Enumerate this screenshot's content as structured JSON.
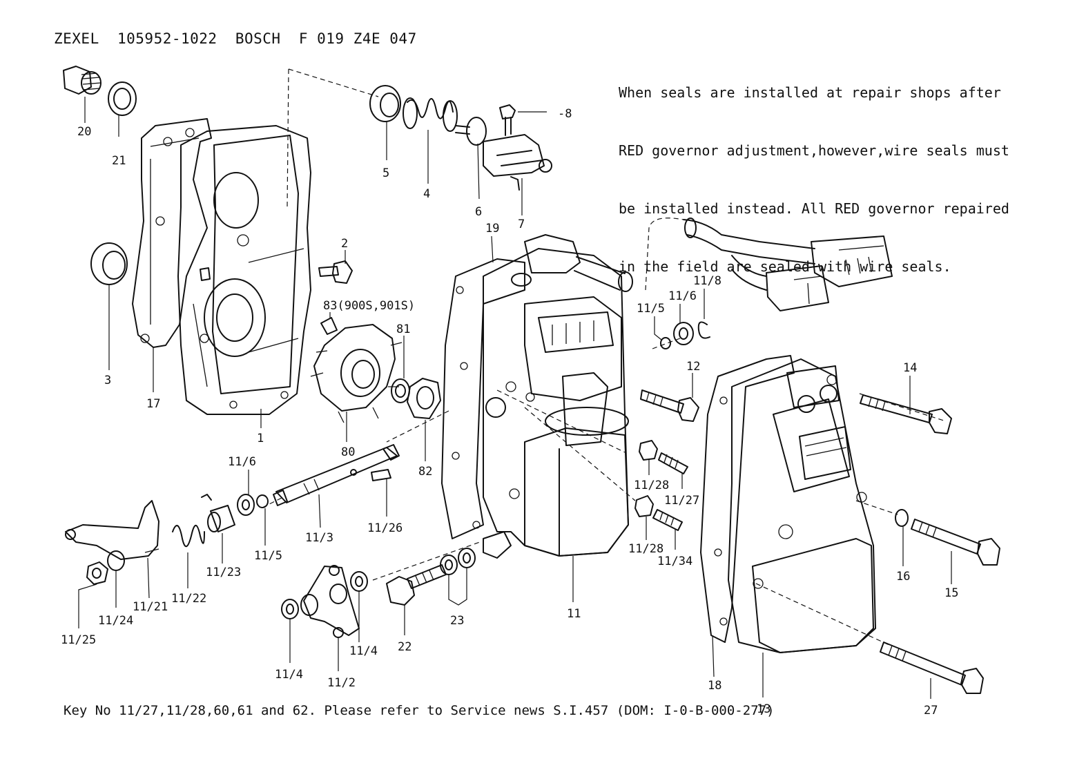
{
  "header": {
    "title": "ZEXEL  105952-1022  BOSCH  F 019 Z4E 047"
  },
  "note": {
    "lines": [
      "When seals are installed at repair shops after",
      "RED governor adjustment,however,wire seals must",
      "be installed instead. All RED governor repaired",
      "in the field are sealed with wire seals."
    ]
  },
  "footer": {
    "text": "Key No 11/27,11/28,60,61 and 62. Please refer to Service news S.I.457 (DOM: I-0-B-000-277)"
  },
  "callouts": [
    {
      "id": "20",
      "label": "20"
    },
    {
      "id": "21",
      "label": "21"
    },
    {
      "id": "5",
      "label": "5"
    },
    {
      "id": "4",
      "label": "4"
    },
    {
      "id": "6",
      "label": "6"
    },
    {
      "id": "7",
      "label": "7"
    },
    {
      "id": "8",
      "label": "-8"
    },
    {
      "id": "19",
      "label": "19"
    },
    {
      "id": "2",
      "label": "2"
    },
    {
      "id": "3",
      "label": "3"
    },
    {
      "id": "17",
      "label": "17"
    },
    {
      "id": "1",
      "label": "1"
    },
    {
      "id": "83",
      "label": "83(900S,901S)"
    },
    {
      "id": "81",
      "label": "81"
    },
    {
      "id": "80",
      "label": "80"
    },
    {
      "id": "82",
      "label": "82"
    },
    {
      "id": "11-5a",
      "label": "11/5"
    },
    {
      "id": "11-6a",
      "label": "11/6"
    },
    {
      "id": "11-8",
      "label": "11/8"
    },
    {
      "id": "12",
      "label": "12"
    },
    {
      "id": "14",
      "label": "14"
    },
    {
      "id": "11-6b",
      "label": "11/6"
    },
    {
      "id": "11-5b",
      "label": "11/5"
    },
    {
      "id": "11-3",
      "label": "11/3"
    },
    {
      "id": "11-26",
      "label": "11/26"
    },
    {
      "id": "11-23",
      "label": "11/23"
    },
    {
      "id": "11-22",
      "label": "11/22"
    },
    {
      "id": "11-21",
      "label": "11/21"
    },
    {
      "id": "11-24",
      "label": "11/24"
    },
    {
      "id": "11-25",
      "label": "11/25"
    },
    {
      "id": "11-28a",
      "label": "11/28"
    },
    {
      "id": "11-27",
      "label": "11/27"
    },
    {
      "id": "11-28b",
      "label": "11/28"
    },
    {
      "id": "11-34",
      "label": "11/34"
    },
    {
      "id": "11",
      "label": "11"
    },
    {
      "id": "16",
      "label": "16"
    },
    {
      "id": "15",
      "label": "15"
    },
    {
      "id": "11-4a",
      "label": "11/4"
    },
    {
      "id": "11-4b",
      "label": "11/4"
    },
    {
      "id": "11-2",
      "label": "11/2"
    },
    {
      "id": "22",
      "label": "22"
    },
    {
      "id": "23",
      "label": "23"
    },
    {
      "id": "18",
      "label": "18"
    },
    {
      "id": "13",
      "label": "13"
    },
    {
      "id": "27",
      "label": "27"
    }
  ]
}
